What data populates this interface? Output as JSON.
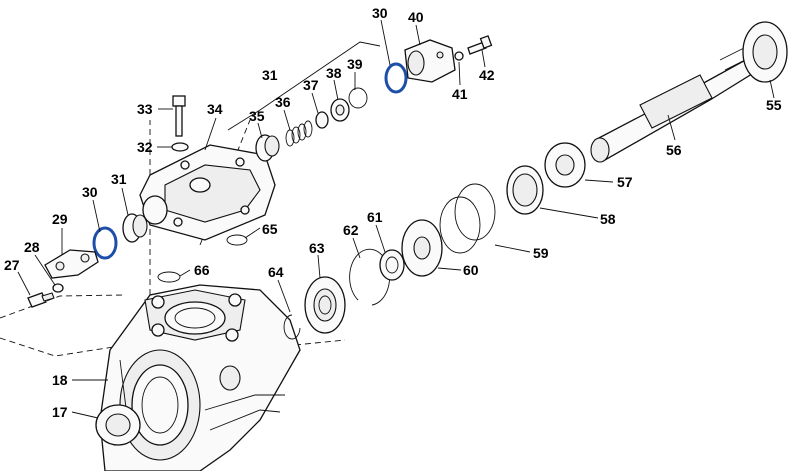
{
  "diagram": {
    "callouts": [
      {
        "id": "c27",
        "label": "27"
      },
      {
        "id": "c28",
        "label": "28"
      },
      {
        "id": "c29",
        "label": "29"
      },
      {
        "id": "c30a",
        "label": "30"
      },
      {
        "id": "c31a",
        "label": "31"
      },
      {
        "id": "c32",
        "label": "32"
      },
      {
        "id": "c33",
        "label": "33"
      },
      {
        "id": "c34",
        "label": "34"
      },
      {
        "id": "c35",
        "label": "35"
      },
      {
        "id": "c36",
        "label": "36"
      },
      {
        "id": "c37",
        "label": "37"
      },
      {
        "id": "c38",
        "label": "38"
      },
      {
        "id": "c39",
        "label": "39"
      },
      {
        "id": "c31b",
        "label": "31"
      },
      {
        "id": "c30b",
        "label": "30"
      },
      {
        "id": "c40",
        "label": "40"
      },
      {
        "id": "c41",
        "label": "41"
      },
      {
        "id": "c42",
        "label": "42"
      },
      {
        "id": "c55",
        "label": "55"
      },
      {
        "id": "c56",
        "label": "56"
      },
      {
        "id": "c57",
        "label": "57"
      },
      {
        "id": "c58",
        "label": "58"
      },
      {
        "id": "c59",
        "label": "59"
      },
      {
        "id": "c60",
        "label": "60"
      },
      {
        "id": "c61",
        "label": "61"
      },
      {
        "id": "c62",
        "label": "62"
      },
      {
        "id": "c63",
        "label": "63"
      },
      {
        "id": "c64",
        "label": "64"
      },
      {
        "id": "c65",
        "label": "65"
      },
      {
        "id": "c66",
        "label": "66"
      },
      {
        "id": "c18",
        "label": "18"
      },
      {
        "id": "c17",
        "label": "17"
      }
    ]
  }
}
